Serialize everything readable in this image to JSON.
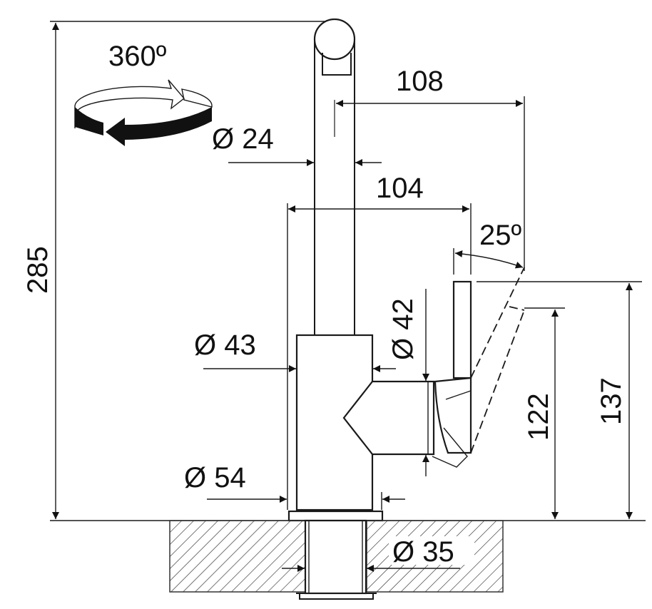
{
  "drawing": {
    "rotation_label": "360º",
    "dimensions": {
      "total_height": "285",
      "spout_reach": "108",
      "spout_diameter": "Ø 24",
      "lever_reach": "104",
      "lever_angle": "25º",
      "body_top_diameter": "Ø 43",
      "lever_housing_diameter": "Ø 42",
      "base_diameter": "Ø 54",
      "mount_hole_diameter": "Ø 35",
      "lever_height": "122",
      "lever_top_height": "137"
    }
  }
}
